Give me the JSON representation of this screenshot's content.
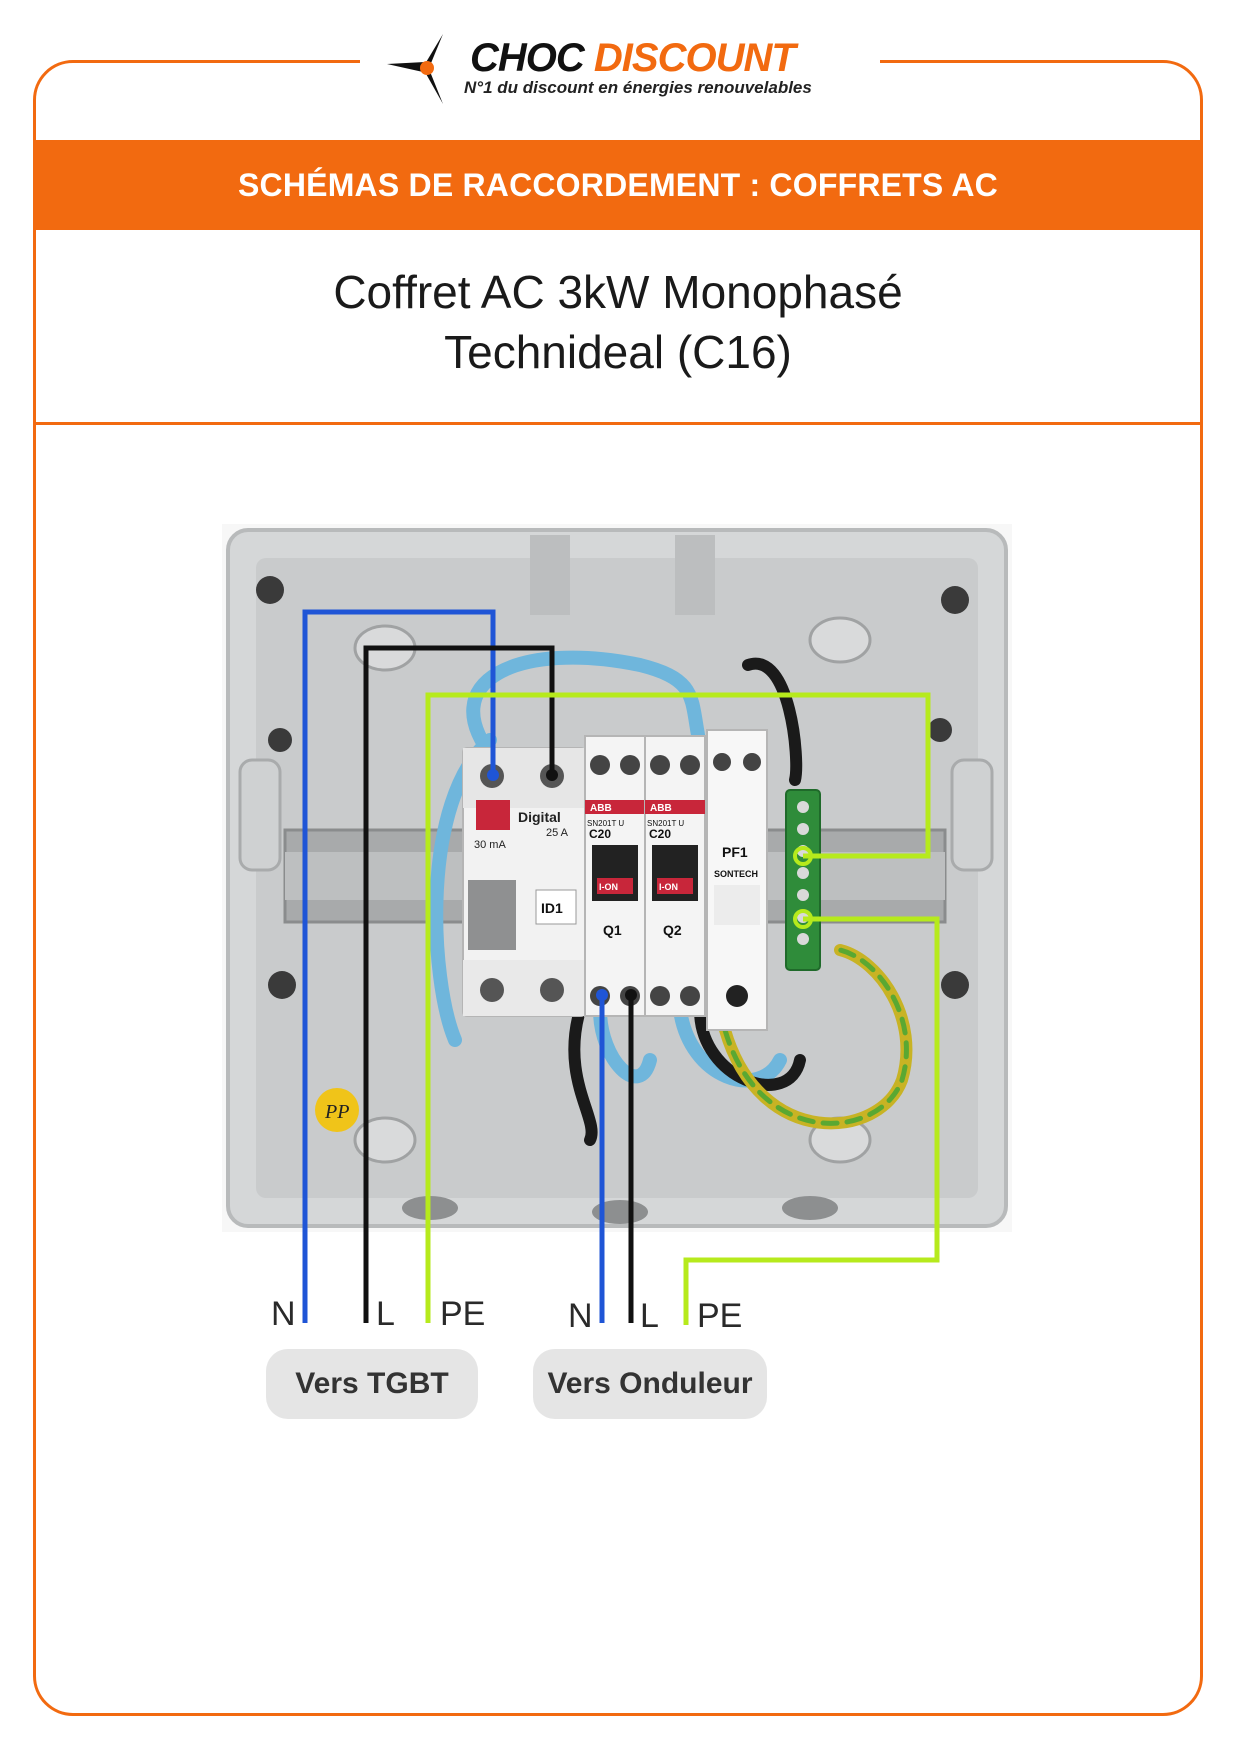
{
  "brand": {
    "name_part1": "CHOC",
    "name_part2": "DISCOUNT",
    "tagline": "N°1 du discount en énergies renouvelables"
  },
  "banner": "SCHÉMAS DE RACCORDEMENT : COFFRETS AC",
  "title_line1": "Coffret AC 3kW Monophasé",
  "title_line2": "Technideal (C16)",
  "modules": {
    "id1": {
      "brand": "Digital",
      "sensitivity": "30 mA",
      "rating": "25 A",
      "label": "ID1"
    },
    "q1": {
      "brand": "ABB",
      "model": "SN201T  U",
      "curve": "C20",
      "state": "I-ON",
      "label": "Q1"
    },
    "q2": {
      "brand": "ABB",
      "model": "SN201T  U",
      "curve": "C20",
      "state": "I-ON",
      "label": "Q2"
    },
    "pf1": {
      "label": "PF1",
      "brand": "SONTECH"
    }
  },
  "enclosure_marking": "PP",
  "groups": [
    {
      "labels": [
        "N",
        "L",
        "PE"
      ],
      "destination": "Vers TGBT"
    },
    {
      "labels": [
        "N",
        "L",
        "PE"
      ],
      "destination": "Vers Onduleur"
    }
  ],
  "colors": {
    "accent": "#f26a10",
    "neutral_wire": "#1f55d6",
    "live_wire": "#111111",
    "earth_wire": "#b6ea1c",
    "button_bg": "#e5e5e5"
  }
}
